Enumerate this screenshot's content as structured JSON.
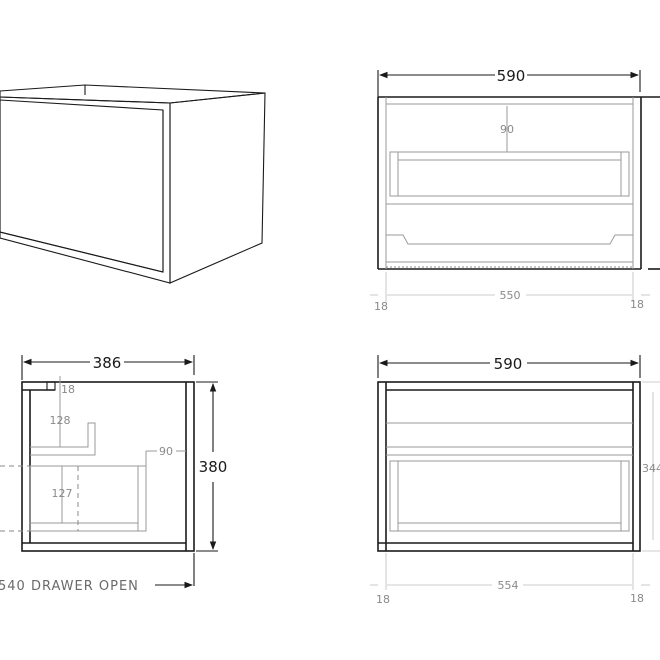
{
  "drawing": {
    "iso_view": {
      "label": "Isometric view of fluted-front wall-hung vanity cabinet"
    },
    "front_view": {
      "overall_width": "590",
      "inner_drawer_height": "90",
      "inner_width": "550",
      "left_side": "18",
      "right_side": "18"
    },
    "side_view": {
      "depth": "386",
      "height": "380",
      "top_thickness": "18",
      "upper_clearance": "128",
      "drawer_height": "127",
      "drawer_inset": "90",
      "drawer_open_note": "540 DRAWER OPEN"
    },
    "section_view": {
      "overall_width": "590",
      "inner_width": "554",
      "inner_height": "344",
      "left_side": "18",
      "right_side": "18"
    }
  },
  "colors": {
    "outline": "#1a1a1a",
    "dimension": "#8a8a8a",
    "background": "#ffffff"
  }
}
